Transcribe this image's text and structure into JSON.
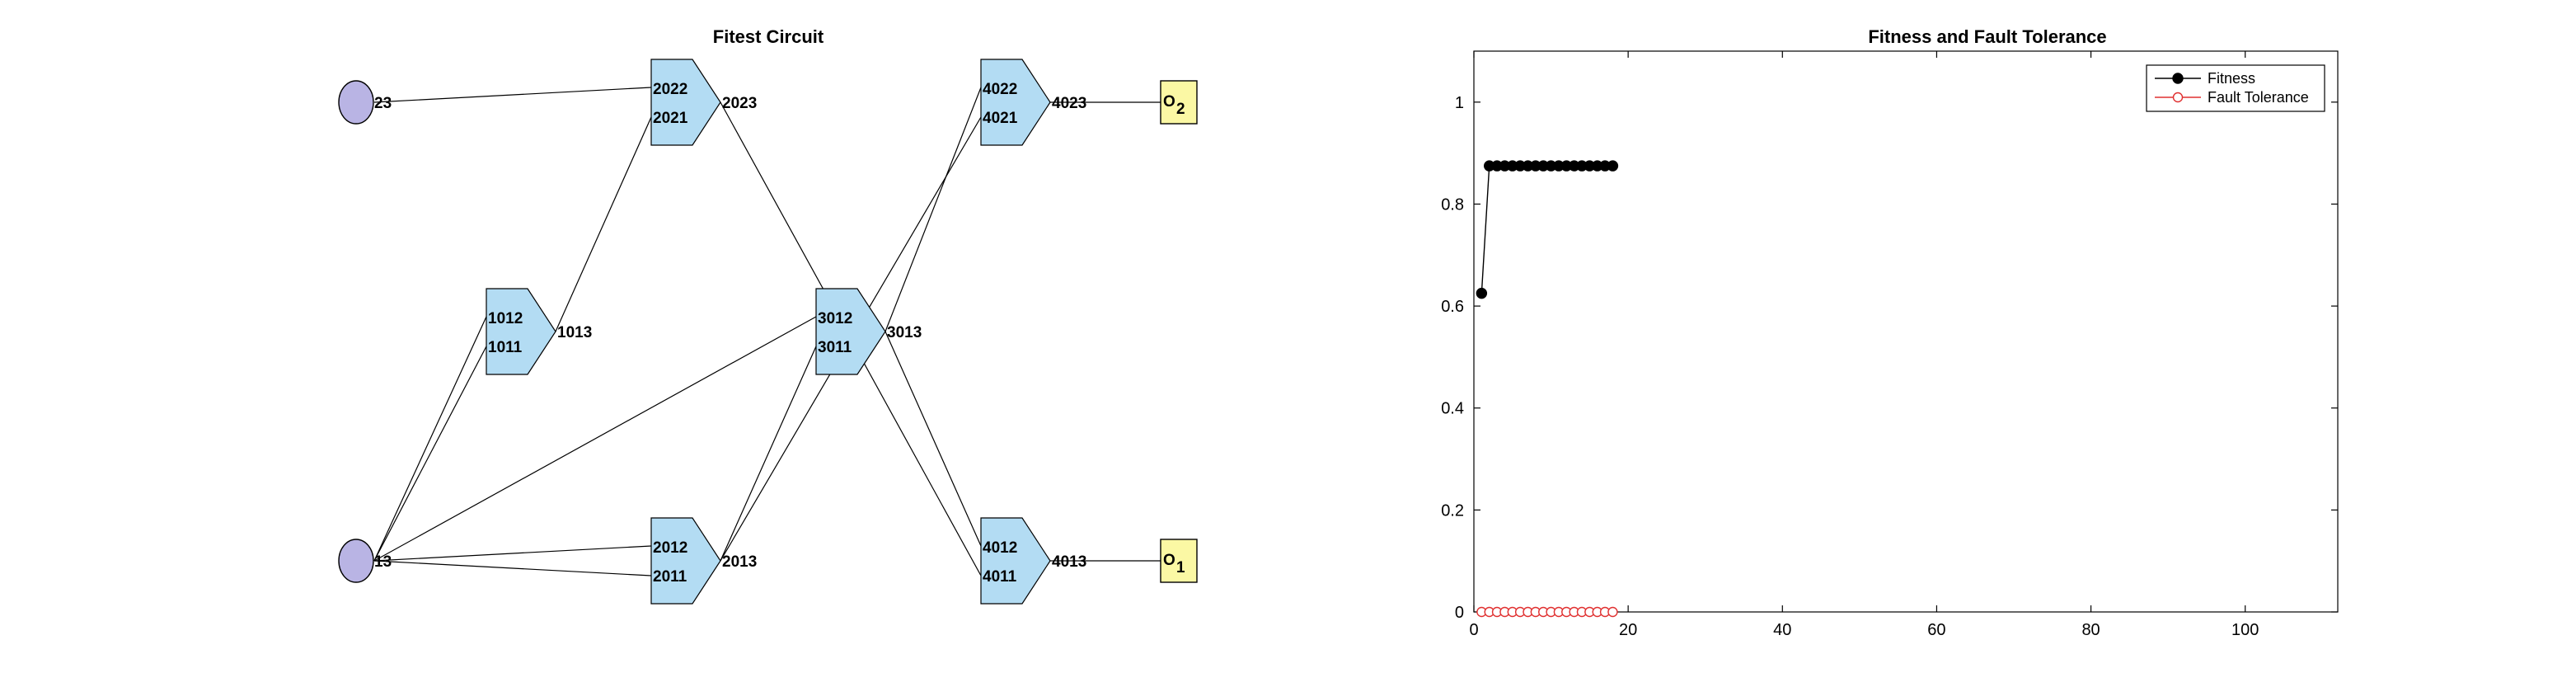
{
  "circuit": {
    "title": "Fitest Circuit",
    "inputs": [
      {
        "id": "in23",
        "label": "23"
      },
      {
        "id": "in13",
        "label": "13"
      }
    ],
    "gates": [
      {
        "id": "g101",
        "in_top": "1012",
        "in_bot": "1011",
        "out": "1013"
      },
      {
        "id": "g202",
        "in_top": "2022",
        "in_bot": "2021",
        "out": "2023"
      },
      {
        "id": "g201",
        "in_top": "2012",
        "in_bot": "2011",
        "out": "2013"
      },
      {
        "id": "g301",
        "in_top": "3012",
        "in_bot": "3011",
        "out": "3013"
      },
      {
        "id": "g402",
        "in_top": "4022",
        "in_bot": "4021",
        "out": "4023"
      },
      {
        "id": "g401",
        "in_top": "4012",
        "in_bot": "4011",
        "out": "4013"
      }
    ],
    "outputs": [
      {
        "id": "o2",
        "label": "O",
        "sub": "2"
      },
      {
        "id": "o1",
        "label": "O",
        "sub": "1"
      }
    ],
    "wires": [
      [
        "in23",
        "g202.top"
      ],
      [
        "in13",
        "g101.top"
      ],
      [
        "in13",
        "g101.bot"
      ],
      [
        "in13",
        "g301.top"
      ],
      [
        "in13",
        "g201.top"
      ],
      [
        "in13",
        "g201.bot"
      ],
      [
        "g101.out",
        "g202.bot"
      ],
      [
        "g202.out",
        "g401.bot"
      ],
      [
        "g201.out",
        "g301.bot"
      ],
      [
        "g201.out",
        "g402.bot"
      ],
      [
        "g301.out",
        "g402.top"
      ],
      [
        "g301.out",
        "g401.top"
      ],
      [
        "g402.out",
        "o2"
      ],
      [
        "g401.out",
        "o1"
      ]
    ]
  },
  "chart_data": {
    "type": "line",
    "title": "Fitness and Fault Tolerance",
    "xlabel": "",
    "ylabel": "",
    "xlim": [
      0,
      112
    ],
    "ylim": [
      0,
      1.1
    ],
    "xticks": [
      0,
      20,
      40,
      60,
      80,
      100
    ],
    "yticks": [
      0,
      0.2,
      0.4,
      0.6,
      0.8,
      1
    ],
    "legend_position": "top-right",
    "series": [
      {
        "name": "Fitness",
        "color": "#000000",
        "marker": "filled-circle",
        "x": [
          1,
          2,
          3,
          4,
          5,
          6,
          7,
          8,
          9,
          10,
          11,
          12,
          13,
          14,
          15,
          16,
          17,
          18
        ],
        "y": [
          0.625,
          0.875,
          0.875,
          0.875,
          0.875,
          0.875,
          0.875,
          0.875,
          0.875,
          0.875,
          0.875,
          0.875,
          0.875,
          0.875,
          0.875,
          0.875,
          0.875,
          0.875
        ]
      },
      {
        "name": "Fault Tolerance",
        "color": "#e03030",
        "marker": "open-circle",
        "x": [
          1,
          2,
          3,
          4,
          5,
          6,
          7,
          8,
          9,
          10,
          11,
          12,
          13,
          14,
          15,
          16,
          17,
          18
        ],
        "y": [
          0,
          0,
          0,
          0,
          0,
          0,
          0,
          0,
          0,
          0,
          0,
          0,
          0,
          0,
          0,
          0,
          0,
          0
        ]
      }
    ]
  }
}
